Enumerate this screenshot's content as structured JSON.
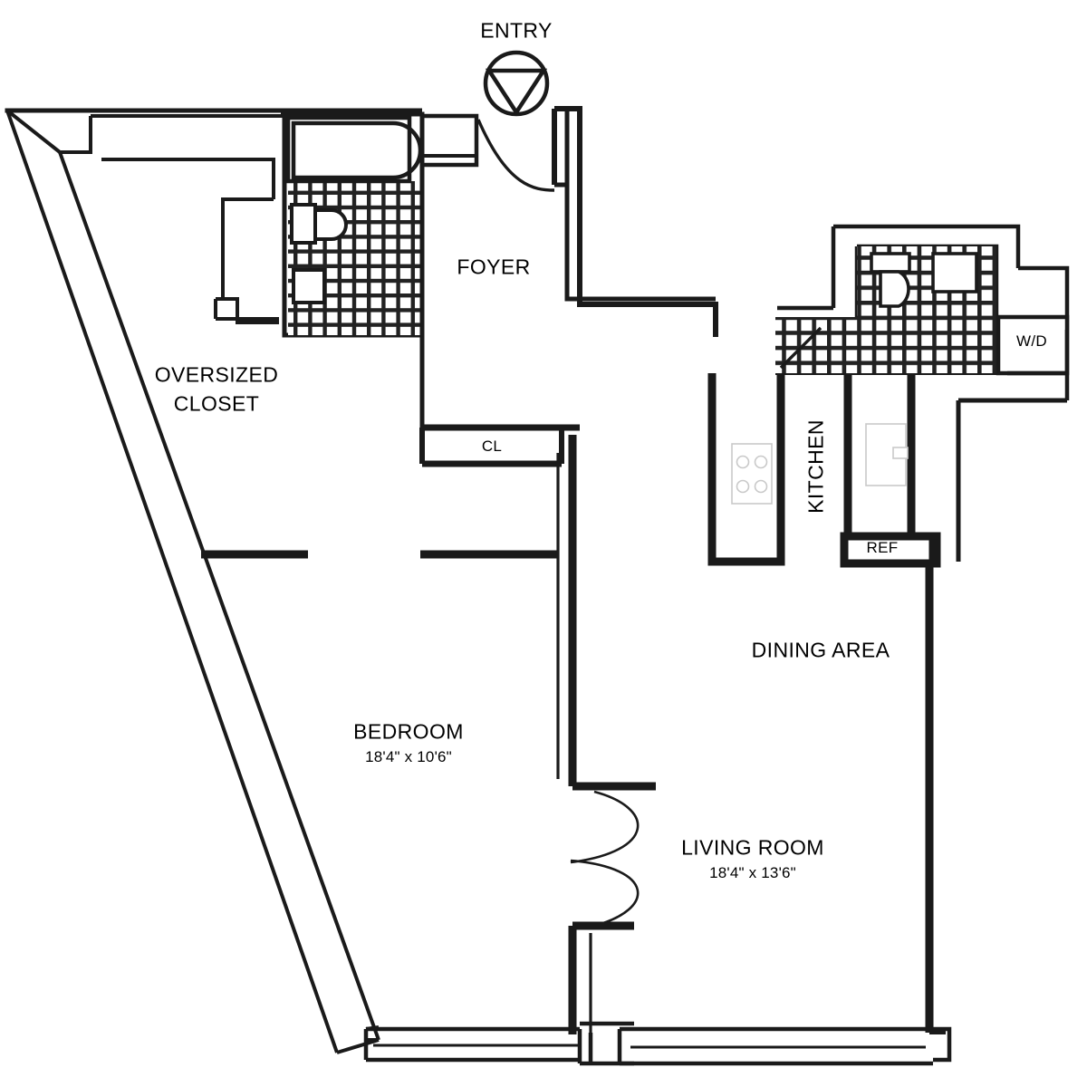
{
  "plan": {
    "type": "residential-floor-plan",
    "unit_description": "One bedroom apartment floor plan",
    "background_color": "#ffffff",
    "line_color": "#1a1a1a"
  },
  "labels": {
    "entry": "ENTRY",
    "foyer": "FOYER",
    "oversized_closet_line1": "OVERSIZED",
    "oversized_closet_line2": "CLOSET",
    "closet_cl": "CL",
    "kitchen": "KITCHEN",
    "washer_dryer": "W/D",
    "refrigerator": "REF",
    "dining_area": "DINING AREA",
    "bedroom_name": "BEDROOM",
    "bedroom_dims": "18'4\" x 10'6\"",
    "living_room_name": "LIVING ROOM",
    "living_room_dims": "18'4\" x 13'6\""
  },
  "rooms": [
    {
      "name": "ENTRY",
      "dimensions": null
    },
    {
      "name": "FOYER",
      "dimensions": null
    },
    {
      "name": "OVERSIZED CLOSET",
      "dimensions": null
    },
    {
      "name": "CL",
      "dimensions": null
    },
    {
      "name": "KITCHEN",
      "dimensions": null
    },
    {
      "name": "DINING AREA",
      "dimensions": null
    },
    {
      "name": "BEDROOM",
      "dimensions": "18'4\" x 10'6\""
    },
    {
      "name": "LIVING ROOM",
      "dimensions": "18'4\" x 13'6\""
    }
  ],
  "fixtures": [
    {
      "name": "entry-compass-marker",
      "type": "circle-with-triangle"
    },
    {
      "name": "bathtub",
      "type": "tub"
    },
    {
      "name": "toilet-main-bath",
      "type": "toilet"
    },
    {
      "name": "sink-main-bath",
      "type": "sink"
    },
    {
      "name": "toilet-second-bath",
      "type": "toilet"
    },
    {
      "name": "shower-second-bath",
      "type": "shower"
    },
    {
      "name": "washer-dryer",
      "type": "appliance",
      "label": "W/D"
    },
    {
      "name": "range-stove",
      "type": "cooktop-4-burner"
    },
    {
      "name": "refrigerator",
      "type": "appliance",
      "label": "REF"
    },
    {
      "name": "entry-door",
      "type": "swing-door"
    },
    {
      "name": "bedroom-double-door",
      "type": "double-swing-door"
    }
  ]
}
